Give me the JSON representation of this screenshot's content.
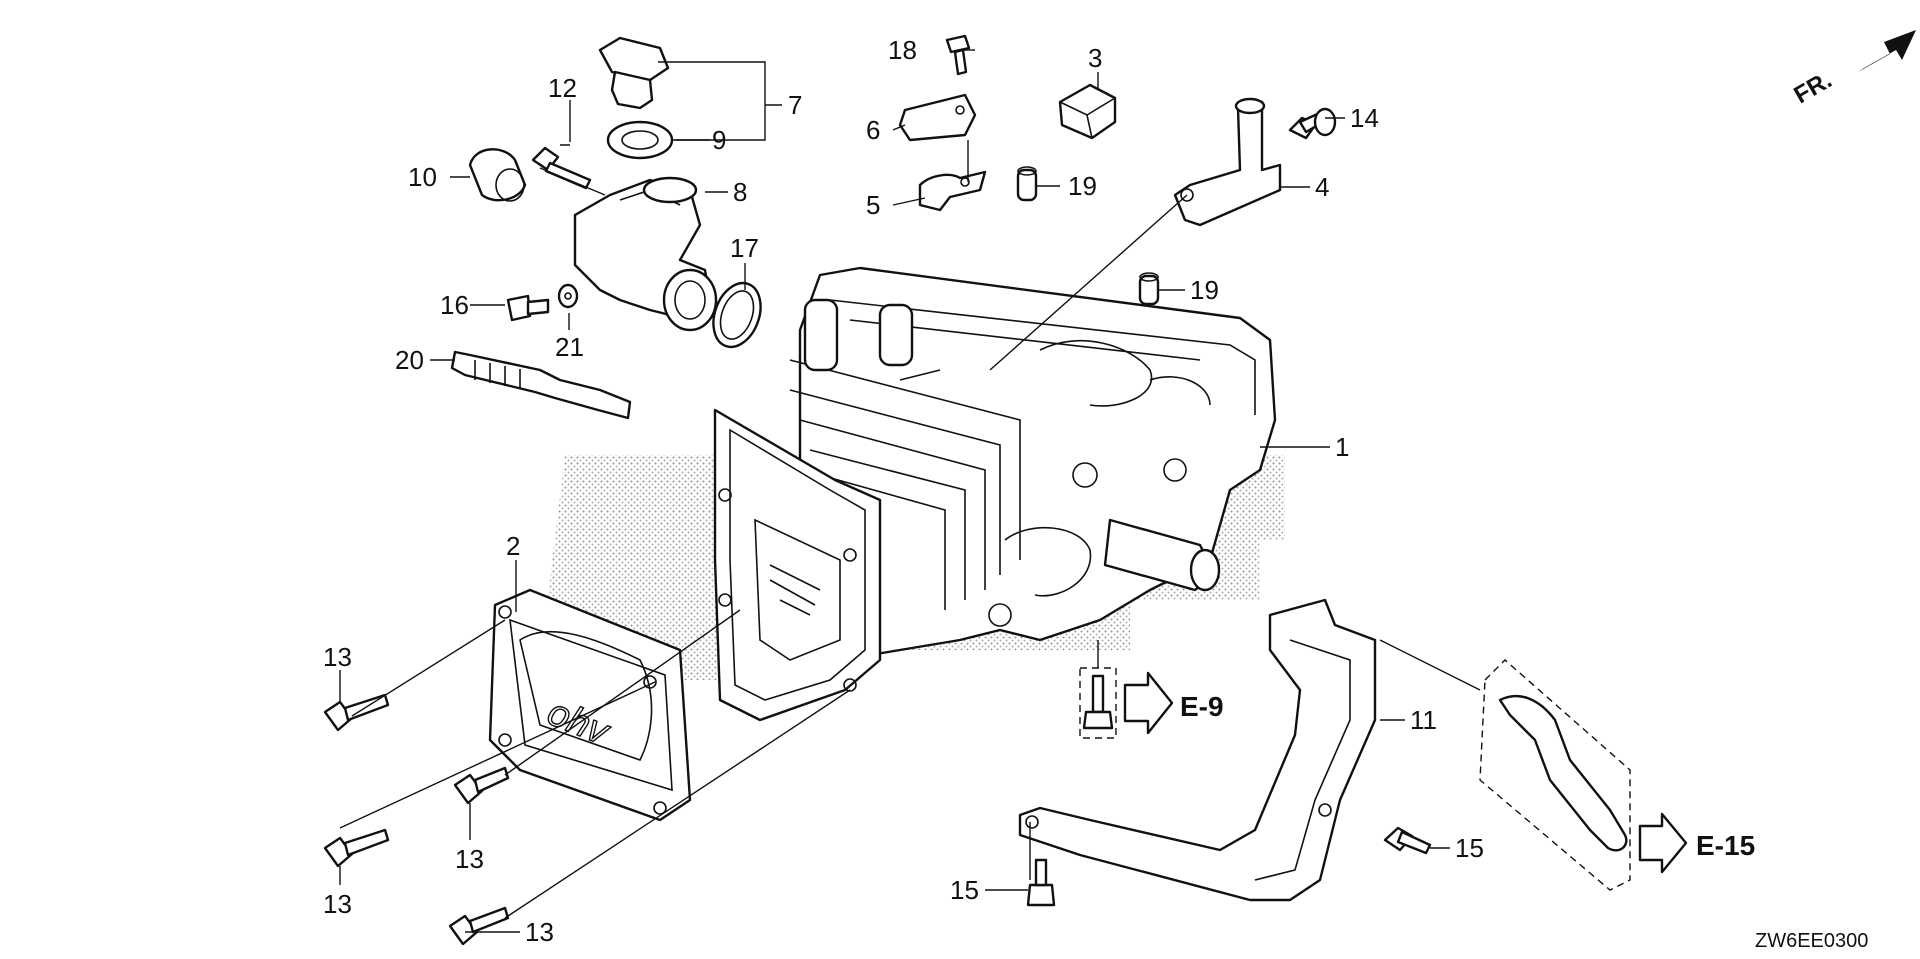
{
  "diagram": {
    "direction_label": "FR.",
    "drawing_code": "ZW6EE0300",
    "references": [
      {
        "id": "ref-e9",
        "text": "E-9"
      },
      {
        "id": "ref-e15",
        "text": "E-15"
      }
    ],
    "callouts": [
      {
        "id": "c1",
        "text": "1"
      },
      {
        "id": "c2",
        "text": "2"
      },
      {
        "id": "c3",
        "text": "3"
      },
      {
        "id": "c4",
        "text": "4"
      },
      {
        "id": "c5",
        "text": "5"
      },
      {
        "id": "c6",
        "text": "6"
      },
      {
        "id": "c7",
        "text": "7"
      },
      {
        "id": "c8",
        "text": "8"
      },
      {
        "id": "c9",
        "text": "9"
      },
      {
        "id": "c10",
        "text": "10"
      },
      {
        "id": "c11",
        "text": "11"
      },
      {
        "id": "c12",
        "text": "12"
      },
      {
        "id": "c13a",
        "text": "13"
      },
      {
        "id": "c13b",
        "text": "13"
      },
      {
        "id": "c13c",
        "text": "13"
      },
      {
        "id": "c13d",
        "text": "13"
      },
      {
        "id": "c14",
        "text": "14"
      },
      {
        "id": "c15a",
        "text": "15"
      },
      {
        "id": "c15b",
        "text": "15"
      },
      {
        "id": "c16",
        "text": "16"
      },
      {
        "id": "c17",
        "text": "17"
      },
      {
        "id": "c18",
        "text": "18"
      },
      {
        "id": "c19a",
        "text": "19"
      },
      {
        "id": "c19b",
        "text": "19"
      },
      {
        "id": "c20",
        "text": "20"
      },
      {
        "id": "c21",
        "text": "21"
      }
    ]
  }
}
